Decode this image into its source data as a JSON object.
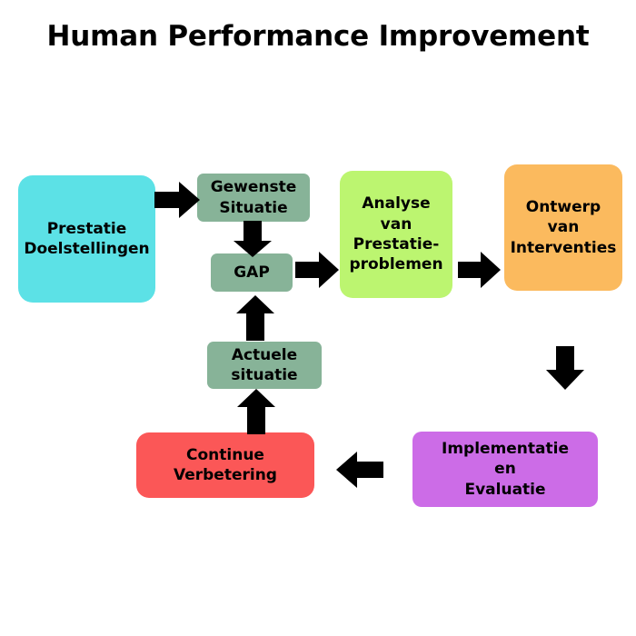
{
  "title": "Human Performance Improvement",
  "colors": {
    "cyan": "#5CE1E6",
    "sage_green": "#87B398",
    "lime": "#BCF570",
    "orange": "#FBBA5E",
    "orchid": "#CC6CE7",
    "red": "#FB5757",
    "arrow": "#000000",
    "text": "#000000",
    "background": "#FFFFFF"
  },
  "nodes": {
    "goals": "Prestatie\nDoelstellingen",
    "desired": "Gewenste\nSituatie",
    "gap": "GAP",
    "current": "Actuele\nsituatie",
    "analysis": "Analyse\nvan\nPrestatie-\nproblemen",
    "design": "Ontwerp\nvan\nInterventies",
    "implement": "Implementatie\nen\nEvaluatie",
    "improve": "Continue\nVerbetering"
  },
  "arrows": [
    {
      "id": "goals-to-desired",
      "direction": "right"
    },
    {
      "id": "desired-to-gap",
      "direction": "down"
    },
    {
      "id": "gap-to-analysis",
      "direction": "right"
    },
    {
      "id": "analysis-to-design",
      "direction": "right"
    },
    {
      "id": "current-to-gap",
      "direction": "up"
    },
    {
      "id": "improve-to-current",
      "direction": "up"
    },
    {
      "id": "design-to-implement",
      "direction": "down"
    },
    {
      "id": "implement-to-improve",
      "direction": "left"
    }
  ]
}
